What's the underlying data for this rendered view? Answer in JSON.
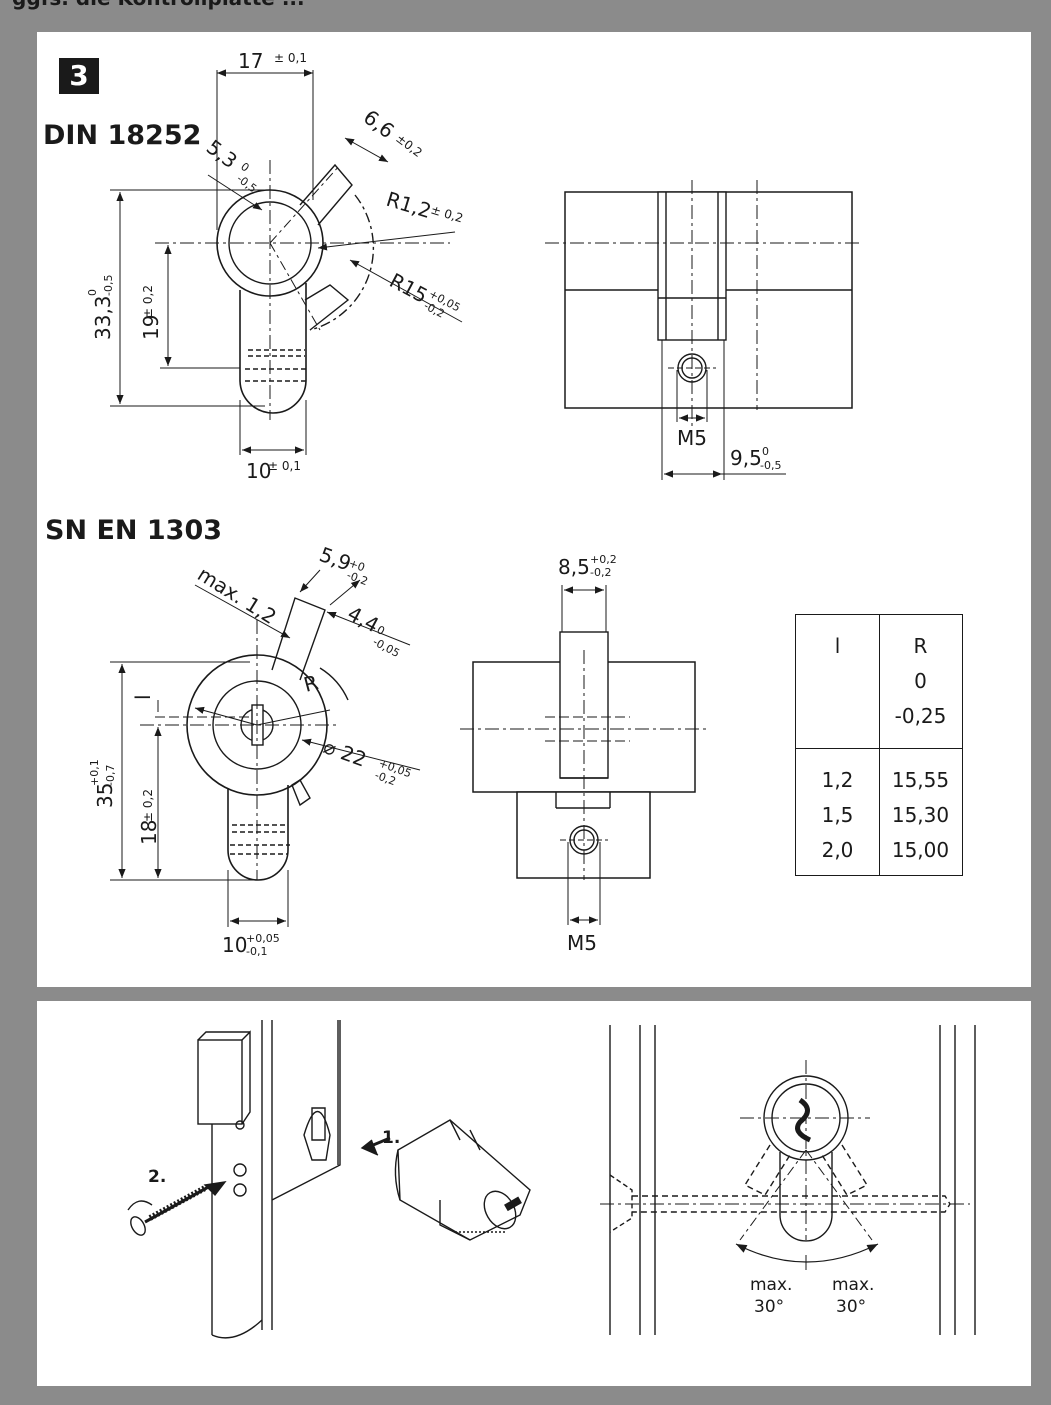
{
  "header": {
    "cut_text": "ggfs. die Kontrollplatte ..."
  },
  "figure": {
    "number": "3"
  },
  "din": {
    "title": "DIN 18252",
    "dims": {
      "width17": "17",
      "width17_tol": "± 0,1",
      "d53": "5,3",
      "d53_tol_up": "0",
      "d53_tol_dn": "-0,5",
      "d66": "6,6",
      "d66_tol": "±0,2",
      "r12": "R1,2",
      "r12_tol": "± 0,2",
      "r15": "R15",
      "r15_tol_up": "+0,05",
      "r15_tol_dn": "-0,2",
      "h333": "33,3",
      "h333_tol_up": "0",
      "h333_tol_dn": "-0,5",
      "h19": "19",
      "h19_tol": "± 0,2",
      "w10": "10",
      "w10_tol": "± 0,1",
      "m5": "M5",
      "w95": "9,5",
      "w95_tol_up": "0",
      "w95_tol_dn": "-0,5"
    }
  },
  "sn": {
    "title": "SN EN 1303",
    "dims": {
      "d59": "5,9",
      "d59_tol_up": "+0",
      "d59_tol_dn": "-0,2",
      "max12": "max. 1,2",
      "d44": "4,4",
      "d44_tol_up": "0",
      "d44_tol_dn": "-0,05",
      "r": "R",
      "l": "l",
      "dia22": "⌀ 22",
      "dia22_tol_up": "+0,05",
      "dia22_tol_dn": "-0,2",
      "h35": "35",
      "h35_tol_up": "+0,1",
      "h35_tol_dn": "-0,7",
      "h18": "18",
      "h18_tol": "± 0,2",
      "w10": "10",
      "w10_tol_up": "+0,05",
      "w10_tol_dn": "-0,1",
      "w85": "8,5",
      "w85_tol_up": "+0,2",
      "w85_tol_dn": "-0,2",
      "m5": "M5"
    }
  },
  "table": {
    "header_l": "l",
    "header_r": [
      "R",
      "0",
      "-0,25"
    ],
    "rows": [
      {
        "l": "1,2",
        "r": "15,55"
      },
      {
        "l": "1,5",
        "r": "15,30"
      },
      {
        "l": "2,0",
        "r": "15,00"
      }
    ]
  },
  "install": {
    "step1": "1.",
    "step2": "2.",
    "max_left": "max.",
    "angle_left": "30°",
    "max_right": "max.",
    "angle_right": "30°"
  }
}
